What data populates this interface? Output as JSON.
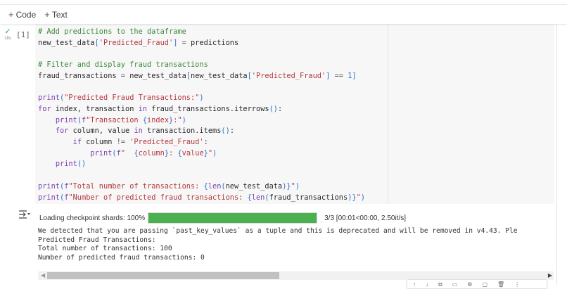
{
  "toolbar": {
    "add_code_label": "Code",
    "add_text_label": "Text",
    "plus_glyph": "+"
  },
  "cell": {
    "status_icon": "check-icon",
    "status_glyph": "✓",
    "exec_time": "18s",
    "exec_count": "[1]",
    "code_lines": [
      "# Add predictions to the dataframe",
      "new_test_data['Predicted_Fraud'] = predictions",
      "",
      "# Filter and display fraud transactions",
      "fraud_transactions = new_test_data[new_test_data['Predicted_Fraud'] == 1]",
      "",
      "print(\"Predicted Fraud Transactions:\")",
      "for index, transaction in fraud_transactions.iterrows():",
      "    print(f\"Transaction {index}:\")",
      "    for column, value in transaction.items():",
      "        if column != 'Predicted_Fraud':",
      "            print(f\"  {column}: {value}\")",
      "    print()",
      "",
      "print(f\"Total number of transactions: {len(new_test_data)}\")",
      "print(f\"Number of predicted fraud transactions: {len(fraud_transactions)}\")"
    ]
  },
  "output": {
    "icon": "output-toggle-icon",
    "progress": {
      "label": "Loading checkpoint shards: 100%",
      "percent": 100,
      "stats": "3/3 [00:01<00:00,  2.50it/s]",
      "color": "#4caf50"
    },
    "lines": [
      "We detected that you are passing `past_key_values` as a tuple and this is deprecated and will be removed in v4.43. Ple",
      "Predicted Fraud Transactions:",
      "Total number of transactions: 100",
      "Number of predicted fraud transactions: 0"
    ],
    "scroll_left_glyph": "◀",
    "scroll_right_glyph": "▶"
  },
  "colors": {
    "success": "#2e9b4e",
    "editor_bg": "#f7f7f7",
    "comment": "#3a8a3a",
    "string": "#b5383e",
    "keyword": "#7a3fb0",
    "bracket": "#2f6fd1"
  }
}
